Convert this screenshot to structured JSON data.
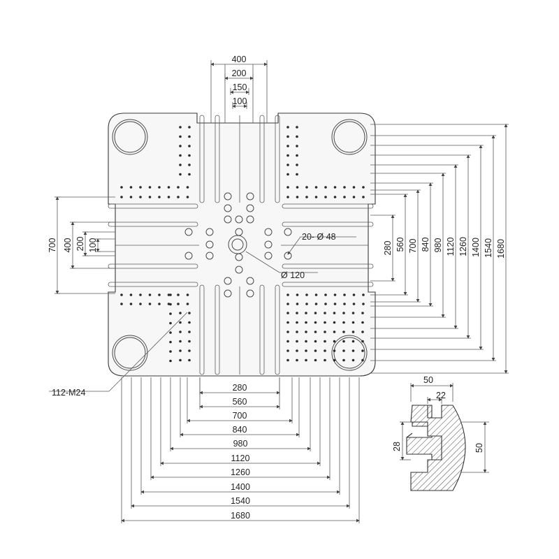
{
  "top_dims": [
    "400",
    "200",
    "150",
    "100"
  ],
  "bottom_dims": [
    "280",
    "560",
    "700",
    "840",
    "980",
    "1120",
    "1260",
    "1400",
    "1540",
    "1680"
  ],
  "right_dims": [
    "280",
    "560",
    "700",
    "840",
    "980",
    "1120",
    "1260",
    "1400",
    "1540",
    "1680"
  ],
  "left_dims": [
    "700",
    "400",
    "200",
    "100"
  ],
  "callouts": {
    "bolt_holes": "20- Ø 48",
    "center_bore": "Ø 120",
    "tapped_holes": "112-M24"
  },
  "t_slot": {
    "width_top": "50",
    "neck": "22",
    "depth_left": "28",
    "depth_right": "50"
  },
  "colors": {
    "line": "#4a4a4a",
    "plate_fill": "#f7f7f7",
    "hole": "#2a2a2a"
  }
}
